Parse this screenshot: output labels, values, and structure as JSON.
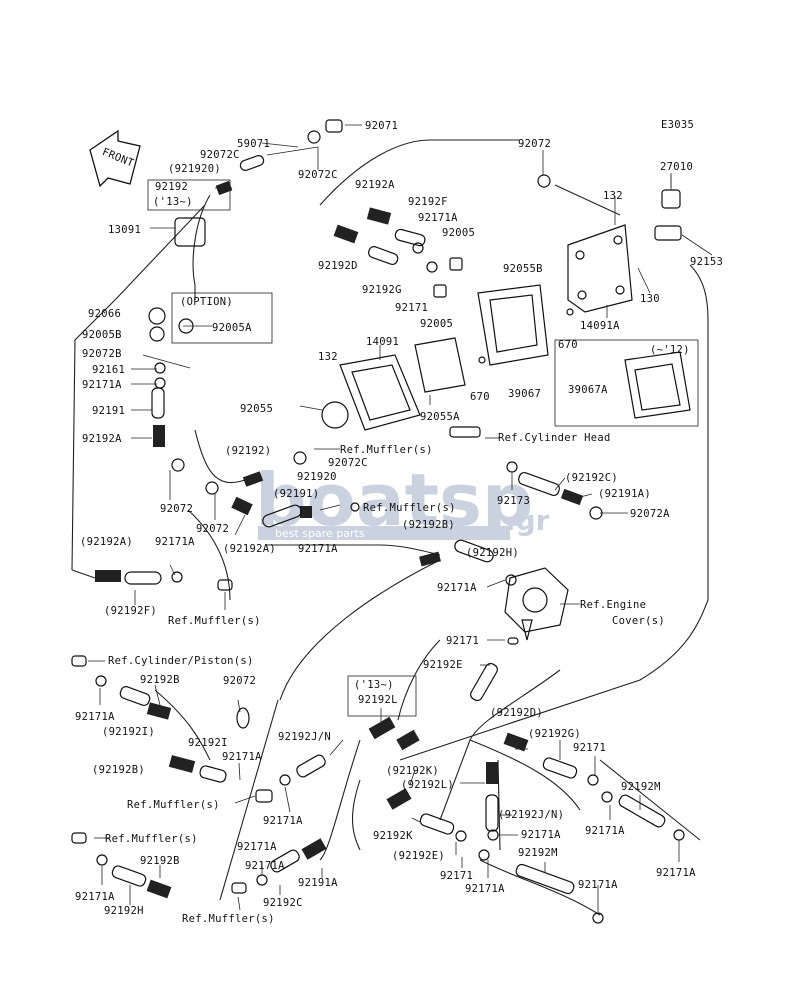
{
  "diagram_code": "E3035",
  "front_label": "FRONT",
  "option_label": "(OPTION)",
  "watermark": {
    "brand": "boatsp",
    "suffix": ".gr",
    "tagline": "best spare parts"
  },
  "labels": {
    "l59071": "59071",
    "l92071": "92071",
    "l92072c_a": "92072C",
    "l921920_a": "(921920)",
    "l92072c_b": "92072C",
    "l92192_a": "92192",
    "l13_a": "('13~)",
    "l13091": "13091",
    "l92072_top": "92072",
    "l27010": "27010",
    "l132_a": "132",
    "l92192a_a": "92192A",
    "l92192f_a": "92192F",
    "l92171a_a": "92171A",
    "l92005_a": "92005",
    "l92192d_a": "92192D",
    "l92192g_a": "92192G",
    "l92055b": "92055B",
    "l92153": "92153",
    "l130": "130",
    "l92171_a": "92171",
    "l92005_b": "92005",
    "l14091a": "14091A",
    "l670_a": "670",
    "l92066": "92066",
    "l92005b": "92005B",
    "l92005a": "92005A",
    "l92072b": "92072B",
    "l92161": "92161",
    "l92171a_b": "92171A",
    "l132_b": "132",
    "l14091": "14091",
    "l670_b": "670",
    "l39067": "39067",
    "l12": "(~'12)",
    "l39067a": "39067A",
    "l92191_a": "92191",
    "l92055": "92055",
    "l92055a": "92055A",
    "l92192a_b": "92192A",
    "ref_cyl_head": "Ref.Cylinder Head",
    "l92192_b": "(92192)",
    "ref_muffler_a": "Ref.Muffler(s)",
    "l92072c_c": "92072C",
    "l92192c_a": "(92192C)",
    "l921920_b": "921920",
    "l92173": "92173",
    "l92191a_a": "(92191A)",
    "l92191_b": "(92191)",
    "ref_muffler_b": "Ref.Muffler(s)",
    "l92072_b": "92072",
    "l92072_c": "92072",
    "l92072a": "92072A",
    "l92192a_c": "(92192A)",
    "l92171a_c": "92171A",
    "l92192b_a": "(92192B)",
    "l92192a_d": "(92192A)",
    "l92171a_d": "92171A",
    "l92192h_a": "(92192H)",
    "l92171a_e": "92171A",
    "ref_engine_cover_a": "Ref.Engine",
    "ref_engine_cover_b": "Cover(s)",
    "l92192f_b": "(92192F)",
    "ref_muffler_c": "Ref.Muffler(s)",
    "l92171_b": "92171",
    "l92192e_a": "92192E",
    "ref_cyl_piston": "Ref.Cylinder/Piston(s)",
    "l92192b_b": "92192B",
    "l92072_d": "92072",
    "l13_b": "('13~)",
    "l92192l_a": "92192L",
    "l92171a_f": "92171A",
    "l92192i_a": "(92192I)",
    "l92192d_b": "(92192D)",
    "l92192g_b": "(92192G)",
    "l92192i_b": "92192I",
    "l92192jn_a": "92192J/N",
    "l92171_c": "92171",
    "l92171a_g": "92171A",
    "l92192b_c": "(92192B)",
    "l92192k_a": "(92192K)",
    "l92192m_a": "92192M",
    "l92192l_b": "(92192L)",
    "ref_muffler_d": "Ref.Muffler(s)",
    "l92171a_h": "92171A",
    "l92192jn_b": "(92192J/N)",
    "l92192k_b": "92192K",
    "l92171a_i": "92171A",
    "l92171a_j": "92171A",
    "ref_muffler_e": "Ref.Muffler(s)",
    "l92171a_k": "92171A",
    "l92192e_b": "(92192E)",
    "l92192m_b": "92192M",
    "l92192b_d": "92192B",
    "l92171_d": "92171",
    "l92171a_l": "92171A",
    "l92171a_m": "92171A",
    "l92191a_b": "92191A",
    "l92171a_n": "92171A",
    "l92171a_o": "92171A",
    "l92192h_b": "92192H",
    "l92192c_b": "92192C",
    "ref_muffler_f": "Ref.Muffler(s)"
  }
}
